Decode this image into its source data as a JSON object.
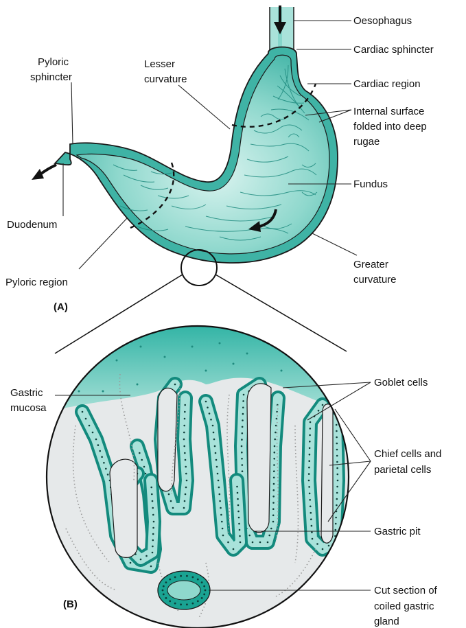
{
  "colors": {
    "tissue": "#4cc0b2",
    "tissue_dark": "#138a7d",
    "tissue_light": "#a9e2da",
    "lumen": "#e6e9ea",
    "outline": "#1a1a1a"
  },
  "panels": {
    "a": "(A)",
    "b": "(B)"
  },
  "stomach_labels": {
    "oesophagus": "Oesophagus",
    "cardiac_sphincter": "Cardiac sphincter",
    "cardiac_region": "Cardiac region",
    "internal_surface": [
      "Internal surface",
      "folded into deep",
      "rugae"
    ],
    "fundus": "Fundus",
    "greater_curvature": [
      "Greater",
      "curvature"
    ],
    "lesser_curvature": [
      "Lesser",
      "curvature"
    ],
    "pyloric_sphincter": [
      "Pyloric",
      "sphincter"
    ],
    "duodenum": "Duodenum",
    "pyloric_region": "Pyloric region"
  },
  "mucosa_labels": {
    "gastric_mucosa": [
      "Gastric",
      "mucosa"
    ],
    "goblet_cells": "Goblet cells",
    "chief_parietal": [
      "Chief cells and",
      "parietal cells"
    ],
    "gastric_pit": "Gastric pit",
    "cut_section": [
      "Cut section of",
      "coiled gastric",
      "gland"
    ]
  }
}
